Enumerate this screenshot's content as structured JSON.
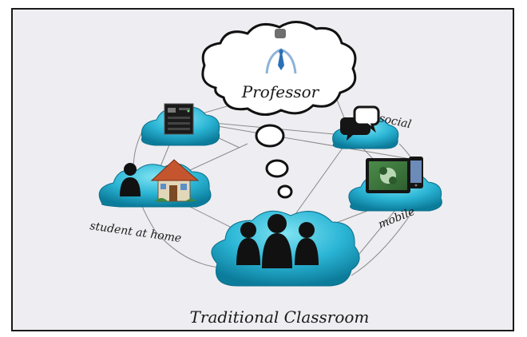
{
  "labels": {
    "center": "Professor",
    "social": "social",
    "mobile": "mobile",
    "home": "student at home",
    "classroom": "Traditional Classroom"
  },
  "colors": {
    "background": "#eeedf1",
    "cloud_light": "#4fd0e8",
    "cloud_dark": "#0e8fae",
    "silhouette": "#111111",
    "tie": "#2b6fb6",
    "network_line": "#8a8a8a"
  },
  "icons": [
    "person-icon",
    "house-icon",
    "server-icon",
    "chat-bubbles-icon",
    "tablet-icon",
    "phone-icon",
    "audience-icon"
  ]
}
